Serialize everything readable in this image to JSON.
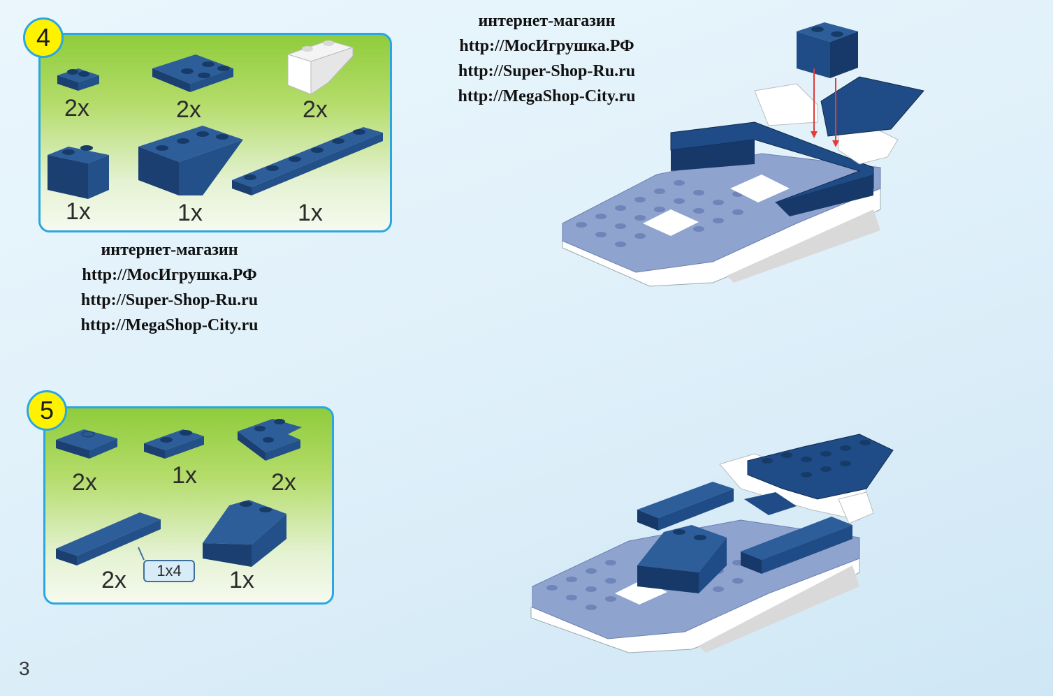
{
  "step4": {
    "number": "4",
    "quantities": [
      "2x",
      "2x",
      "2x",
      "1x",
      "1x",
      "1x"
    ]
  },
  "step5": {
    "number": "5",
    "quantities": [
      "2x",
      "1x",
      "2x",
      "2x",
      "1x"
    ],
    "size_callout": "1x4"
  },
  "shop_text": {
    "label": "интернет-магазин",
    "links": [
      "http://МосИгрушка.РФ",
      "http://Super-Shop-Ru.ru",
      "http://MegaShop-City.ru"
    ]
  },
  "page_number": "3",
  "colors": {
    "brick_dark": "#1f4c86",
    "brick_light": "#8fa3cf",
    "white": "#ffffff",
    "panel_border": "#2aa7e0",
    "badge": "#fff200",
    "arrow": "#e23b3b"
  }
}
